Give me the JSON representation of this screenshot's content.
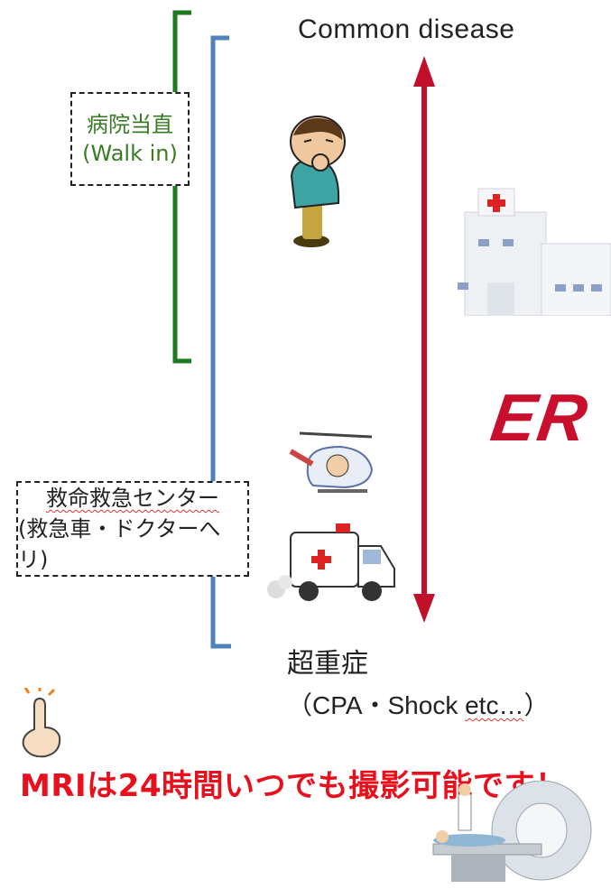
{
  "top_label": "Common disease",
  "hospital_box": {
    "line1": "病院当直",
    "line2": "(Walk in)"
  },
  "emergency_box": {
    "line1": "救命救急センター",
    "line2": "(救急車・ドクターへリ)"
  },
  "er_label": "ER",
  "bottom_label": {
    "line1": "超重症",
    "line2_pre": "（CPA・Shock ",
    "line2_etc": "etc…",
    "line2_post": "）"
  },
  "mri_note": "MRIは24時間いつでも撮影可能です！",
  "colors": {
    "green_bracket": "#1f7a1f",
    "blue_bracket": "#4f81bd",
    "arrow": "#c0102a",
    "note": "#e8101c"
  },
  "icons": [
    "sick-boy-icon",
    "hospital-building-icon",
    "helicopter-icon",
    "ambulance-icon",
    "pointing-finger-icon",
    "mri-scanner-icon"
  ]
}
